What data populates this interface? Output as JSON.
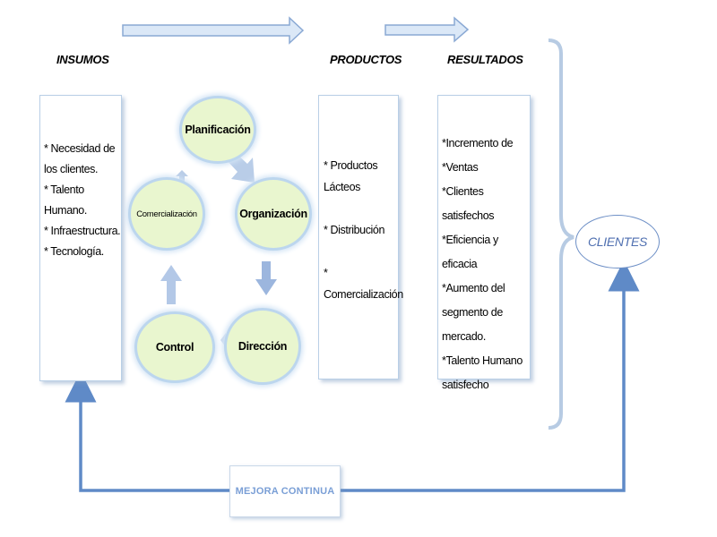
{
  "headings": {
    "insumos": "INSUMOS",
    "productos": "PRODUCTOS",
    "resultados": "RESULTADOS"
  },
  "insumos_items": [
    "* Necesidad de",
    "los clientes.",
    "* Talento",
    "Humano.",
    "* Infraestructura.",
    "* Tecnología."
  ],
  "cycle": {
    "planificacion": "Planificación",
    "organizacion": "Organización",
    "direccion": "Dirección",
    "control": "Control",
    "comercializacion": "Comercialización"
  },
  "productos_items": [
    "* Productos",
    "Lácteos",
    "",
    "* Distribución",
    "",
    "* Comercialización"
  ],
  "resultados_items": [
    "*Incremento de",
    "*Ventas",
    "*Clientes satisfechos",
    "*Eficiencia y eficacia",
    "*Aumento del",
    "segmento de",
    "mercado.",
    "*Talento Humano",
    "satisfecho"
  ],
  "clientes": "CLIENTES",
  "mejora": "MEJORA CONTINUA",
  "colors": {
    "arrow_fill": "#dbe8f7",
    "arrow_stroke": "#8aa9d4",
    "line": "#5f8ac7",
    "node_fill": "#e9f6cf",
    "node_border": "#bcd6ee"
  }
}
